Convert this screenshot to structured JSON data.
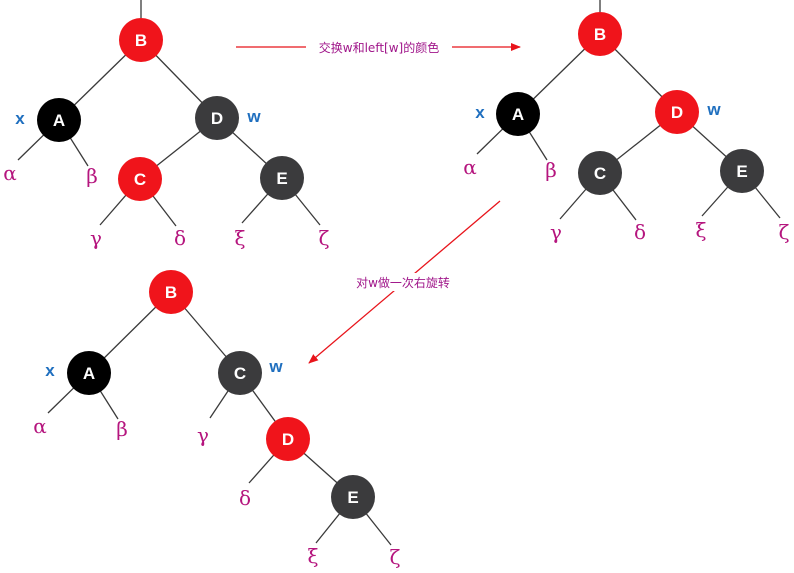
{
  "colors": {
    "red_node": "#f0141b",
    "black_node": "#000000",
    "dark_node": "#3b3b3d",
    "edge": "#3a3a3a",
    "greek": "#b5157e",
    "pointer": "#1f6fbf",
    "arrow": "#e8141b",
    "caption": "#a0168a"
  },
  "captions": {
    "step1": "交换w和left[w]的颜色",
    "step2": "对w做一次右旋转"
  },
  "trees": [
    {
      "nodes": [
        {
          "label": "B",
          "color": "red"
        },
        {
          "label": "A",
          "color": "black"
        },
        {
          "label": "D",
          "color": "dark"
        },
        {
          "label": "C",
          "color": "red"
        },
        {
          "label": "E",
          "color": "dark"
        }
      ],
      "greek": [
        "α",
        "β",
        "γ",
        "δ",
        "ξ",
        "ζ"
      ],
      "pointers": [
        "x",
        "w"
      ]
    },
    {
      "nodes": [
        {
          "label": "B",
          "color": "red"
        },
        {
          "label": "A",
          "color": "black"
        },
        {
          "label": "D",
          "color": "red"
        },
        {
          "label": "C",
          "color": "dark"
        },
        {
          "label": "E",
          "color": "dark"
        }
      ],
      "greek": [
        "α",
        "β",
        "γ",
        "δ",
        "ξ",
        "ζ"
      ],
      "pointers": [
        "x",
        "w"
      ]
    },
    {
      "nodes": [
        {
          "label": "B",
          "color": "red"
        },
        {
          "label": "A",
          "color": "black"
        },
        {
          "label": "C",
          "color": "dark"
        },
        {
          "label": "D",
          "color": "red"
        },
        {
          "label": "E",
          "color": "dark"
        }
      ],
      "greek": [
        "α",
        "β",
        "γ",
        "δ",
        "ξ",
        "ζ"
      ],
      "pointers": [
        "x",
        "w"
      ]
    }
  ]
}
